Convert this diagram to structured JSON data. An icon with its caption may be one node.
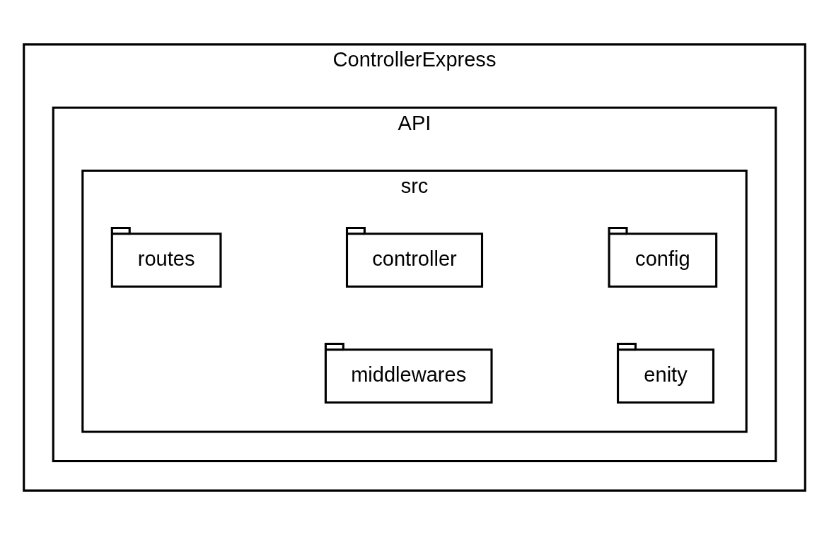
{
  "diagram": {
    "nodes": [
      {
        "text": [
          "ControllerExpress"
        ]
      },
      {
        "text": [
          "API"
        ],
        "in": 0
      },
      {
        "text": [
          "src"
        ],
        "in": 1
      },
      {
        "text": [
          "config"
        ],
        "in": 2
      },
      {
        "text": [
          "controller"
        ],
        "in": 2
      },
      {
        "text": [
          "routes"
        ],
        "in": 2
      },
      {
        "text": [
          "enity"
        ],
        "in": 2
      },
      {
        "text": [
          "middlewares"
        ],
        "in": 2
      }
    ]
  }
}
